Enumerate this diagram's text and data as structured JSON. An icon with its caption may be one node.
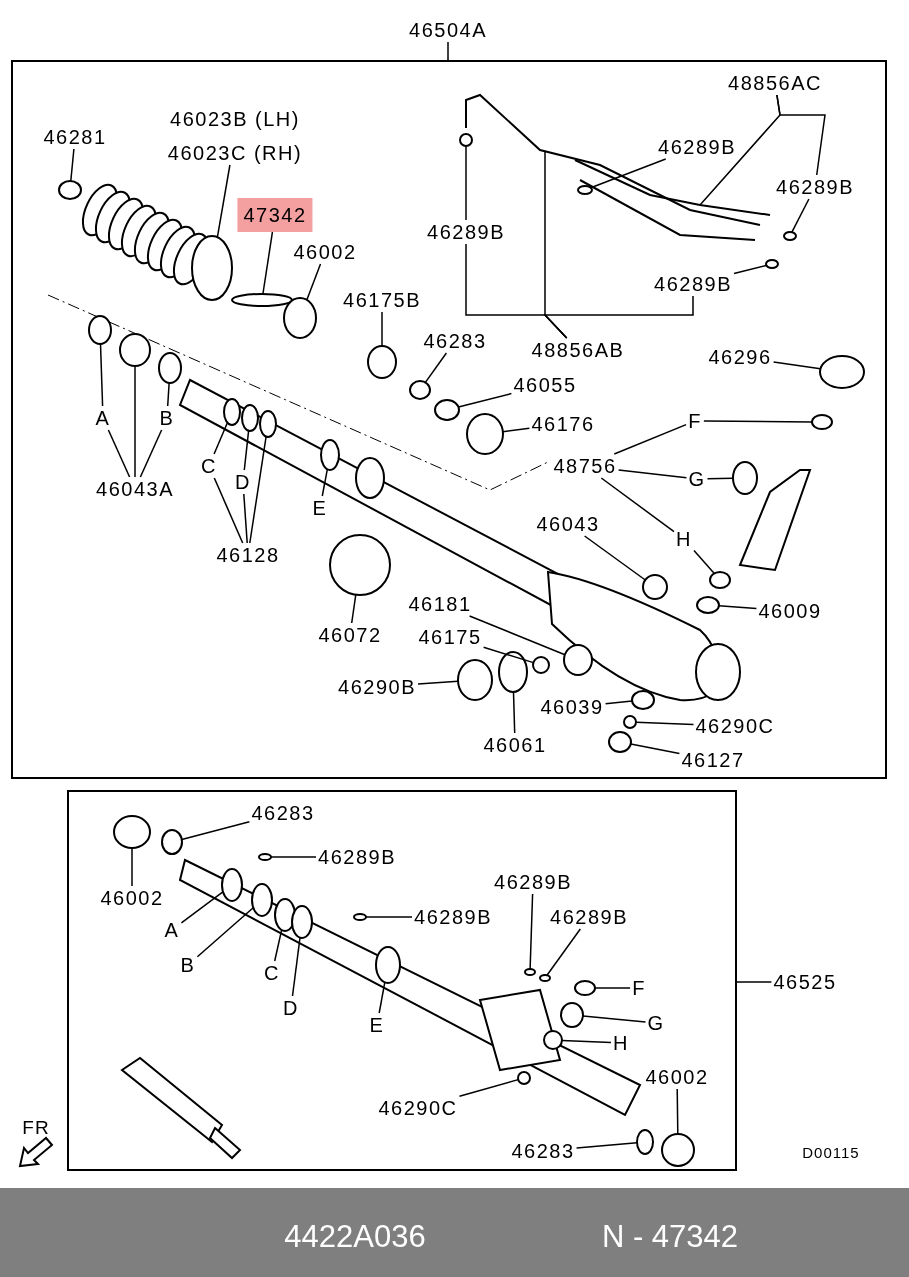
{
  "diagram": {
    "nodes": [
      {
        "text": [],
        "shape": "box"
      },
      {
        "text": [],
        "shape": "box"
      },
      {
        "text": [
          "46504A"
        ]
      },
      {
        "text": [
          "46281"
        ],
        "in": 0
      },
      {
        "text": [
          "46023B (LH)",
          "46023C (RH)"
        ],
        "in": 0
      },
      {
        "text": [
          "47342"
        ],
        "in": 0
      },
      {
        "text": [
          "46002"
        ],
        "in": 0
      },
      {
        "text": [
          "46175B"
        ],
        "in": 0
      },
      {
        "text": [
          "46283"
        ],
        "in": 0
      },
      {
        "text": [
          "46055"
        ],
        "in": 0
      },
      {
        "text": [
          "46176"
        ],
        "in": 0
      },
      {
        "text": [
          "48756"
        ],
        "in": 0
      },
      {
        "text": [
          "46296"
        ],
        "in": 0
      },
      {
        "text": [
          "48856AC"
        ],
        "in": 0
      },
      {
        "text": [
          "46289B"
        ],
        "in": 0
      },
      {
        "text": [
          "46289B"
        ],
        "in": 0
      },
      {
        "text": [
          "46289B"
        ],
        "in": 0
      },
      {
        "text": [
          "46289B"
        ],
        "in": 0
      },
      {
        "text": [
          "48856AB"
        ],
        "in": 0
      },
      {
        "text": [
          "A"
        ],
        "in": 0
      },
      {
        "text": [
          "B"
        ],
        "in": 0
      },
      {
        "text": [
          "46043A"
        ],
        "in": 0
      },
      {
        "text": [
          "C"
        ],
        "in": 0
      },
      {
        "text": [
          "D"
        ],
        "in": 0
      },
      {
        "text": [
          "46128"
        ],
        "in": 0
      },
      {
        "text": [
          "E"
        ],
        "in": 0
      },
      {
        "text": [
          "46072"
        ],
        "in": 0
      },
      {
        "text": [
          "46043"
        ],
        "in": 0
      },
      {
        "text": [
          "46181"
        ],
        "in": 0
      },
      {
        "text": [
          "46175"
        ],
        "in": 0
      },
      {
        "text": [
          "46290B"
        ],
        "in": 0
      },
      {
        "text": [
          "46061"
        ],
        "in": 0
      },
      {
        "text": [
          "46039"
        ],
        "in": 0
      },
      {
        "text": [
          "46290C"
        ],
        "in": 0
      },
      {
        "text": [
          "46127"
        ],
        "in": 0
      },
      {
        "text": [
          "46009"
        ],
        "in": 0
      },
      {
        "text": [
          "F"
        ],
        "in": 0
      },
      {
        "text": [
          "G"
        ],
        "in": 0
      },
      {
        "text": [
          "H"
        ],
        "in": 0
      },
      {
        "text": [
          "46283"
        ],
        "in": 1
      },
      {
        "text": [
          "46289B"
        ],
        "in": 1
      },
      {
        "text": [
          "46002"
        ],
        "in": 1
      },
      {
        "text": [
          "A"
        ],
        "in": 1
      },
      {
        "text": [
          "B"
        ],
        "in": 1
      },
      {
        "text": [
          "C"
        ],
        "in": 1
      },
      {
        "text": [
          "D"
        ],
        "in": 1
      },
      {
        "text": [
          "46289B"
        ],
        "in": 1
      },
      {
        "text": [
          "46289B"
        ],
        "in": 1
      },
      {
        "text": [
          "46289B"
        ],
        "in": 1
      },
      {
        "text": [
          "E"
        ],
        "in": 1
      },
      {
        "text": [
          "F"
        ],
        "in": 1
      },
      {
        "text": [
          "G"
        ],
        "in": 1
      },
      {
        "text": [
          "H"
        ],
        "in": 1
      },
      {
        "text": [
          "46290C"
        ],
        "in": 1
      },
      {
        "text": [
          "46002"
        ],
        "in": 1
      },
      {
        "text": [
          "46283"
        ],
        "in": 1
      },
      {
        "text": [
          "46525"
        ]
      },
      {
        "text": [],
        "shape": "circle",
        "in": 0
      },
      {
        "text": [],
        "shape": "circle",
        "in": 0
      },
      {
        "text": [],
        "shape": "circle",
        "in": 0
      },
      {
        "text": [],
        "shape": "circle",
        "in": 0
      },
      {
        "text": [],
        "shape": "circle",
        "in": 0
      },
      {
        "text": [],
        "shape": "circle",
        "in": 0
      },
      {
        "text": [],
        "shape": "circle",
        "in": 0
      },
      {
        "text": [],
        "shape": "circle",
        "in": 0
      },
      {
        "text": [],
        "shape": "circle",
        "in": 0
      },
      {
        "text": [],
        "shape": "circle",
        "in": 0
      },
      {
        "text": [],
        "shape": "circle",
        "in": 0
      },
      {
        "text": [],
        "shape": "circle",
        "in": 0
      },
      {
        "text": [],
        "shape": "circle",
        "in": 0
      },
      {
        "text": [],
        "shape": "circle",
        "in": 0
      },
      {
        "text": [],
        "shape": "circle",
        "in": 0
      },
      {
        "text": [],
        "shape": "circle",
        "in": 0
      },
      {
        "text": [],
        "shape": "circle",
        "in": 0
      },
      {
        "text": [],
        "shape": "circle",
        "in": 0
      },
      {
        "text": [],
        "shape": "circle",
        "in": 0
      },
      {
        "text": [],
        "shape": "circle",
        "in": 0
      },
      {
        "text": [],
        "shape": "circle",
        "in": 0
      },
      {
        "text": [],
        "shape": "circle",
        "in": 0
      },
      {
        "text": [],
        "shape": "circle",
        "in": 0
      },
      {
        "text": [],
        "shape": "circle",
        "in": 0
      },
      {
        "text": [],
        "shape": "circle",
        "in": 0
      },
      {
        "text": [],
        "shape": "circle",
        "in": 0
      },
      {
        "text": [],
        "shape": "circle",
        "in": 0
      },
      {
        "text": [],
        "shape": "circle",
        "in": 0
      },
      {
        "text": [],
        "shape": "circle",
        "in": 0
      },
      {
        "text": [],
        "shape": "circle",
        "in": 0
      },
      {
        "text": [],
        "shape": "circle",
        "in": 0
      },
      {
        "text": [],
        "shape": "circle",
        "in": 0
      },
      {
        "text": [],
        "shape": "circle",
        "in": 0
      },
      {
        "text": [],
        "shape": "circle",
        "in": 1
      },
      {
        "text": [],
        "shape": "circle",
        "in": 1
      },
      {
        "text": [],
        "shape": "circle",
        "in": 1
      },
      {
        "text": [],
        "shape": "circle",
        "in": 1
      },
      {
        "text": [],
        "shape": "circle",
        "in": 1
      },
      {
        "text": [],
        "shape": "circle",
        "in": 1
      },
      {
        "text": [],
        "shape": "circle",
        "in": 1
      },
      {
        "text": [],
        "shape": "circle",
        "in": 1
      },
      {
        "text": [],
        "shape": "circle",
        "in": 1
      },
      {
        "text": [],
        "shape": "circle",
        "in": 1
      },
      {
        "text": [],
        "shape": "circle",
        "in": 1
      },
      {
        "text": [],
        "shape": "circle",
        "in": 1
      },
      {
        "text": [],
        "shape": "circle",
        "in": 1
      },
      {
        "text": [],
        "shape": "circle",
        "in": 1
      },
      {
        "text": [],
        "shape": "circle",
        "in": 1
      },
      {
        "text": [],
        "shape": "circle",
        "in": 1
      },
      {
        "text": [],
        "shape": "circle",
        "in": 1
      }
    ],
    "edges": [
      {
        "from": 2,
        "to": 0,
        "arrow": "none"
      },
      {
        "from": 3,
        "to": 57,
        "arrow": "none"
      },
      {
        "from": 4,
        "to": 58,
        "arrow": "none"
      },
      {
        "from": 5,
        "to": 59,
        "arrow": "none"
      },
      {
        "from": 6,
        "to": 60,
        "arrow": "none"
      },
      {
        "from": 7,
        "to": 61,
        "arrow": "none"
      },
      {
        "from": 8,
        "to": 62,
        "arrow": "none"
      },
      {
        "from": 9,
        "to": 63,
        "arrow": "none"
      },
      {
        "from": 10,
        "to": 64,
        "arrow": "none"
      },
      {
        "from": 11,
        "to": 36,
        "arrow": "none"
      },
      {
        "from": 11,
        "to": 37,
        "arrow": "none"
      },
      {
        "from": 11,
        "to": 38,
        "arrow": "none"
      },
      {
        "from": 12,
        "to": 65,
        "arrow": "none"
      },
      {
        "from": 13,
        "to": null,
        "arrow": "none"
      },
      {
        "from": 13,
        "to": 15,
        "arrow": "none"
      },
      {
        "from": 14,
        "to": 66,
        "arrow": "none"
      },
      {
        "from": 15,
        "to": 67,
        "arrow": "none"
      },
      {
        "from": 16,
        "to": 68,
        "arrow": "none"
      },
      {
        "from": 17,
        "to": 69,
        "arrow": "none"
      },
      {
        "from": 18,
        "to": null,
        "arrow": "none"
      },
      {
        "from": 18,
        "to": 16,
        "arrow": "none"
      },
      {
        "from": 18,
        "to": 17,
        "arrow": "none"
      },
      {
        "from": 19,
        "to": 70,
        "arrow": "none"
      },
      {
        "from": 20,
        "to": 71,
        "arrow": "none"
      },
      {
        "from": 21,
        "to": 19,
        "arrow": "none"
      },
      {
        "from": 21,
        "to": 20,
        "arrow": "none"
      },
      {
        "from": 21,
        "to": 72,
        "arrow": "none"
      },
      {
        "from": 22,
        "to": 73,
        "arrow": "none"
      },
      {
        "from": 23,
        "to": 74,
        "arrow": "none"
      },
      {
        "from": 24,
        "to": 22,
        "arrow": "none"
      },
      {
        "from": 24,
        "to": 23,
        "arrow": "none"
      },
      {
        "from": 24,
        "to": 75,
        "arrow": "none"
      },
      {
        "from": 25,
        "to": 76,
        "arrow": "none"
      },
      {
        "from": 26,
        "to": 77,
        "arrow": "none"
      },
      {
        "from": 27,
        "to": 78,
        "arrow": "none"
      },
      {
        "from": 28,
        "to": 79,
        "arrow": "none"
      },
      {
        "from": 29,
        "to": 80,
        "arrow": "none"
      },
      {
        "from": 30,
        "to": 81,
        "arrow": "none"
      },
      {
        "from": 31,
        "to": 82,
        "arrow": "none"
      },
      {
        "from": 32,
        "to": 83,
        "arrow": "none"
      },
      {
        "from": 33,
        "to": 84,
        "arrow": "none"
      },
      {
        "from": 34,
        "to": 85,
        "arrow": "none"
      },
      {
        "from": 35,
        "to": 86,
        "arrow": "none"
      },
      {
        "from": 36,
        "to": 87,
        "arrow": "none"
      },
      {
        "from": 37,
        "to": 88,
        "arrow": "none"
      },
      {
        "from": 38,
        "to": 89,
        "arrow": "none"
      },
      {
        "from": 39,
        "to": 90,
        "arrow": "none"
      },
      {
        "from": 40,
        "to": 91,
        "arrow": "none"
      },
      {
        "from": 41,
        "to": 92,
        "arrow": "none"
      },
      {
        "from": 42,
        "to": 93,
        "arrow": "none"
      },
      {
        "from": 43,
        "to": 94,
        "arrow": "none"
      },
      {
        "from": 44,
        "to": 95,
        "arrow": "none"
      },
      {
        "from": 45,
        "to": 96,
        "arrow": "none"
      },
      {
        "from": 46,
        "to": 97,
        "arrow": "none"
      },
      {
        "from": 47,
        "to": 98,
        "arrow": "none"
      },
      {
        "from": 48,
        "to": 99,
        "arrow": "none"
      },
      {
        "from": 49,
        "to": 100,
        "arrow": "none"
      },
      {
        "from": 50,
        "to": 101,
        "arrow": "none"
      },
      {
        "from": 51,
        "to": 102,
        "arrow": "none"
      },
      {
        "from": 52,
        "to": 103,
        "arrow": "none"
      },
      {
        "from": 53,
        "to": 104,
        "arrow": "none"
      },
      {
        "from": 54,
        "to": 105,
        "arrow": "none"
      },
      {
        "from": 55,
        "to": 106,
        "arrow": "none"
      },
      {
        "from": 56,
        "to": 1,
        "arrow": "none"
      }
    ],
    "labels": [
      "D00115",
      "FR",
      "4422A036",
      "N - 47342"
    ]
  }
}
